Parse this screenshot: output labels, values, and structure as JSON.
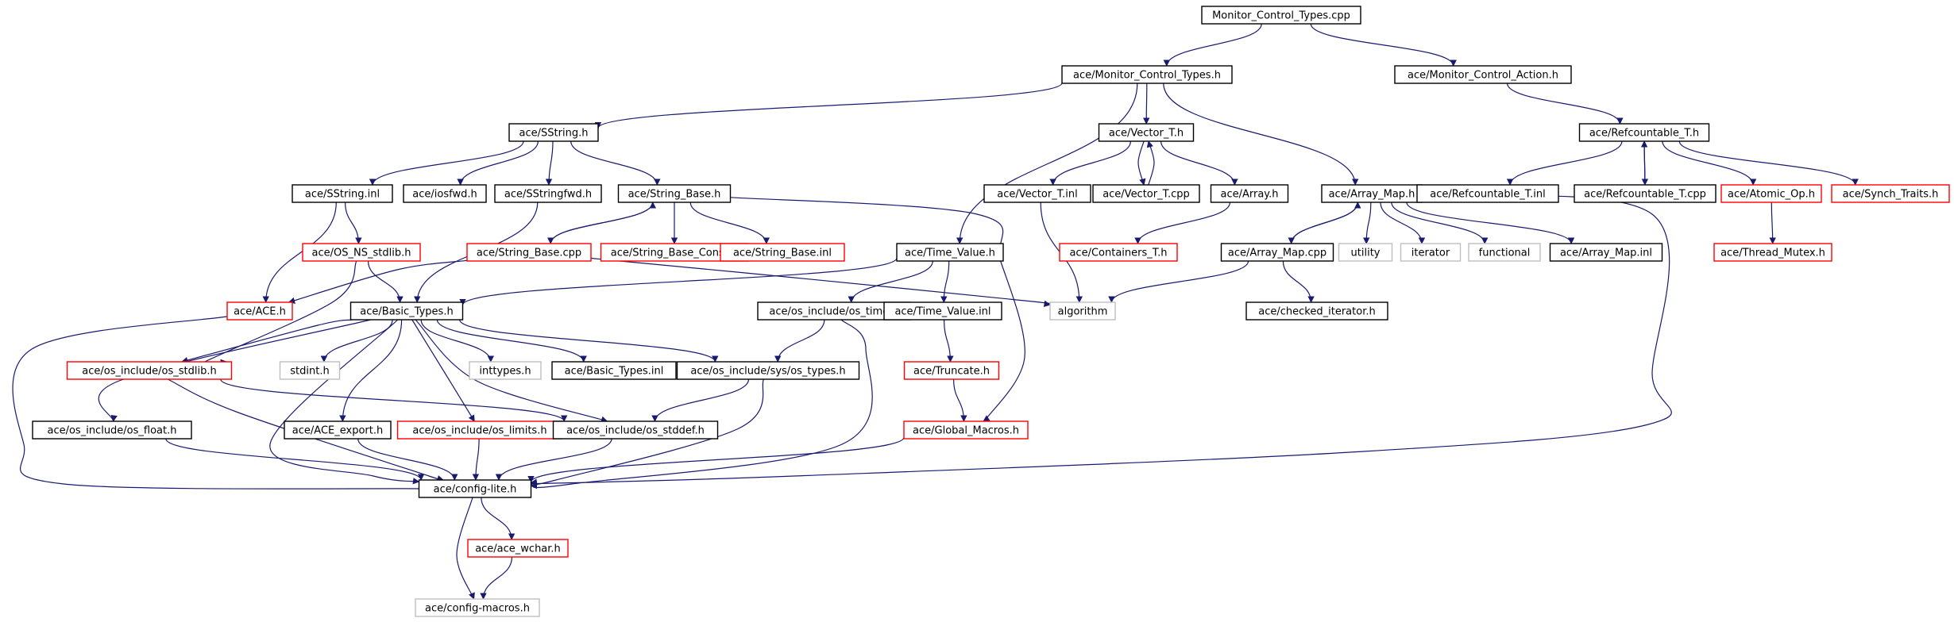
{
  "colors": {
    "normal": "#000000",
    "missing": "#ff0000",
    "system": "#bfbfbf",
    "root_fill": "#bfbfbf",
    "edge": "#191970"
  },
  "nodes": {
    "root": {
      "label": "Monitor_Control_Types.cpp",
      "kind": "root"
    },
    "mct_h": {
      "label": "ace/Monitor_Control_Types.h",
      "kind": "normal"
    },
    "mca_h": {
      "label": "ace/Monitor_Control_Action.h",
      "kind": "normal"
    },
    "sstring_h": {
      "label": "ace/SString.h",
      "kind": "normal"
    },
    "vector_h": {
      "label": "ace/Vector_T.h",
      "kind": "normal"
    },
    "refcount_h": {
      "label": "ace/Refcountable_T.h",
      "kind": "normal"
    },
    "sstring_inl": {
      "label": "ace/SString.inl",
      "kind": "normal"
    },
    "iosfwd": {
      "label": "ace/iosfwd.h",
      "kind": "normal"
    },
    "sstringfwd": {
      "label": "ace/SStringfwd.h",
      "kind": "normal"
    },
    "strbase_h": {
      "label": "ace/String_Base.h",
      "kind": "normal"
    },
    "vector_inl": {
      "label": "ace/Vector_T.inl",
      "kind": "normal"
    },
    "vector_cpp": {
      "label": "ace/Vector_T.cpp",
      "kind": "normal"
    },
    "array_h": {
      "label": "ace/Array.h",
      "kind": "normal"
    },
    "arraymap_h": {
      "label": "ace/Array_Map.h",
      "kind": "normal"
    },
    "refcount_inl": {
      "label": "ace/Refcountable_T.inl",
      "kind": "normal"
    },
    "refcount_cpp": {
      "label": "ace/Refcountable_T.cpp",
      "kind": "normal"
    },
    "atomic_op": {
      "label": "ace/Atomic_Op.h",
      "kind": "missing"
    },
    "synch_traits": {
      "label": "ace/Synch_Traits.h",
      "kind": "missing"
    },
    "os_ns_stdlib": {
      "label": "ace/OS_NS_stdlib.h",
      "kind": "missing"
    },
    "strbase_cpp": {
      "label": "ace/String_Base.cpp",
      "kind": "missing"
    },
    "strbase_const": {
      "label": "ace/String_Base_Const.h",
      "kind": "missing"
    },
    "strbase_inl": {
      "label": "ace/String_Base.inl",
      "kind": "missing"
    },
    "timevalue_h": {
      "label": "ace/Time_Value.h",
      "kind": "normal"
    },
    "containers": {
      "label": "ace/Containers_T.h",
      "kind": "missing"
    },
    "arraymap_cpp": {
      "label": "ace/Array_Map.cpp",
      "kind": "normal"
    },
    "utility": {
      "label": "utility",
      "kind": "system"
    },
    "iterator": {
      "label": "iterator",
      "kind": "system"
    },
    "functional": {
      "label": "functional",
      "kind": "system"
    },
    "arraymap_inl": {
      "label": "ace/Array_Map.inl",
      "kind": "normal"
    },
    "thread_mutex": {
      "label": "ace/Thread_Mutex.h",
      "kind": "missing"
    },
    "ace_h": {
      "label": "ace/ACE.h",
      "kind": "missing"
    },
    "basic_types": {
      "label": "ace/Basic_Types.h",
      "kind": "normal"
    },
    "os_time": {
      "label": "ace/os_include/os_time.h",
      "kind": "normal"
    },
    "timevalue_inl": {
      "label": "ace/Time_Value.inl",
      "kind": "normal"
    },
    "algorithm": {
      "label": "algorithm",
      "kind": "system"
    },
    "checked_iter": {
      "label": "ace/checked_iterator.h",
      "kind": "normal"
    },
    "os_stdlib": {
      "label": "ace/os_include/os_stdlib.h",
      "kind": "missing"
    },
    "stdint": {
      "label": "stdint.h",
      "kind": "system"
    },
    "inttypes": {
      "label": "inttypes.h",
      "kind": "system"
    },
    "basic_types_inl": {
      "label": "ace/Basic_Types.inl",
      "kind": "normal"
    },
    "sys_types": {
      "label": "ace/os_include/sys/os_types.h",
      "kind": "normal"
    },
    "truncate": {
      "label": "ace/Truncate.h",
      "kind": "missing"
    },
    "os_float": {
      "label": "ace/os_include/os_float.h",
      "kind": "normal"
    },
    "ace_export": {
      "label": "ace/ACE_export.h",
      "kind": "normal"
    },
    "os_limits": {
      "label": "ace/os_include/os_limits.h",
      "kind": "missing"
    },
    "os_stddef": {
      "label": "ace/os_include/os_stddef.h",
      "kind": "normal"
    },
    "global_macros": {
      "label": "ace/Global_Macros.h",
      "kind": "missing"
    },
    "config_lite": {
      "label": "ace/config-lite.h",
      "kind": "normal"
    },
    "ace_wchar": {
      "label": "ace/ace_wchar.h",
      "kind": "missing"
    },
    "config_macros": {
      "label": "ace/config-macros.h",
      "kind": "system"
    }
  },
  "edges": [
    [
      "root",
      "mct_h"
    ],
    [
      "root",
      "mca_h"
    ],
    [
      "mct_h",
      "sstring_h"
    ],
    [
      "mct_h",
      "vector_h"
    ],
    [
      "mct_h",
      "arraymap_h"
    ],
    [
      "mct_h",
      "timevalue_h"
    ],
    [
      "mca_h",
      "refcount_h"
    ],
    [
      "sstring_h",
      "sstring_inl"
    ],
    [
      "sstring_h",
      "iosfwd"
    ],
    [
      "sstring_h",
      "sstringfwd"
    ],
    [
      "sstring_h",
      "strbase_h"
    ],
    [
      "vector_h",
      "vector_inl"
    ],
    [
      "vector_h",
      "vector_cpp"
    ],
    [
      "vector_h",
      "array_h"
    ],
    [
      "vector_cpp",
      "vector_h"
    ],
    [
      "refcount_h",
      "refcount_inl"
    ],
    [
      "refcount_h",
      "refcount_cpp"
    ],
    [
      "refcount_h",
      "atomic_op"
    ],
    [
      "refcount_h",
      "synch_traits"
    ],
    [
      "refcount_cpp",
      "refcount_h"
    ],
    [
      "sstring_inl",
      "os_ns_stdlib"
    ],
    [
      "sstring_inl",
      "ace_h"
    ],
    [
      "sstringfwd",
      "basic_types"
    ],
    [
      "strbase_h",
      "strbase_cpp"
    ],
    [
      "strbase_h",
      "strbase_const"
    ],
    [
      "strbase_h",
      "strbase_inl"
    ],
    [
      "strbase_h",
      "global_macros"
    ],
    [
      "strbase_cpp",
      "strbase_h"
    ],
    [
      "strbase_cpp",
      "ace_h"
    ],
    [
      "strbase_cpp",
      "algorithm"
    ],
    [
      "vector_inl",
      "algorithm"
    ],
    [
      "array_h",
      "containers"
    ],
    [
      "arraymap_h",
      "arraymap_cpp"
    ],
    [
      "arraymap_h",
      "utility"
    ],
    [
      "arraymap_h",
      "iterator"
    ],
    [
      "arraymap_h",
      "functional"
    ],
    [
      "arraymap_h",
      "arraymap_inl"
    ],
    [
      "arraymap_h",
      "config_lite"
    ],
    [
      "arraymap_cpp",
      "arraymap_h"
    ],
    [
      "arraymap_cpp",
      "algorithm"
    ],
    [
      "arraymap_cpp",
      "checked_iter"
    ],
    [
      "atomic_op",
      "thread_mutex"
    ],
    [
      "os_ns_stdlib",
      "basic_types"
    ],
    [
      "os_ns_stdlib",
      "os_stdlib"
    ],
    [
      "timevalue_h",
      "basic_types"
    ],
    [
      "timevalue_h",
      "os_time"
    ],
    [
      "timevalue_h",
      "timevalue_inl"
    ],
    [
      "ace_h",
      "config_lite"
    ],
    [
      "basic_types",
      "os_stdlib"
    ],
    [
      "basic_types",
      "stdint"
    ],
    [
      "basic_types",
      "inttypes"
    ],
    [
      "basic_types",
      "basic_types_inl"
    ],
    [
      "basic_types",
      "sys_types"
    ],
    [
      "basic_types",
      "os_float"
    ],
    [
      "basic_types",
      "ace_export"
    ],
    [
      "basic_types",
      "os_limits"
    ],
    [
      "basic_types",
      "os_stddef"
    ],
    [
      "basic_types",
      "config_lite"
    ],
    [
      "os_time",
      "sys_types"
    ],
    [
      "os_time",
      "config_lite"
    ],
    [
      "timevalue_inl",
      "truncate"
    ],
    [
      "truncate",
      "global_macros"
    ],
    [
      "os_stdlib",
      "os_stddef"
    ],
    [
      "os_stdlib",
      "config_lite"
    ],
    [
      "sys_types",
      "os_stddef"
    ],
    [
      "sys_types",
      "config_lite"
    ],
    [
      "os_float",
      "config_lite"
    ],
    [
      "ace_export",
      "config_lite"
    ],
    [
      "os_limits",
      "config_lite"
    ],
    [
      "os_stddef",
      "config_lite"
    ],
    [
      "global_macros",
      "config_lite"
    ],
    [
      "config_lite",
      "ace_wchar"
    ],
    [
      "config_lite",
      "config_macros"
    ],
    [
      "ace_wchar",
      "config_macros"
    ]
  ]
}
